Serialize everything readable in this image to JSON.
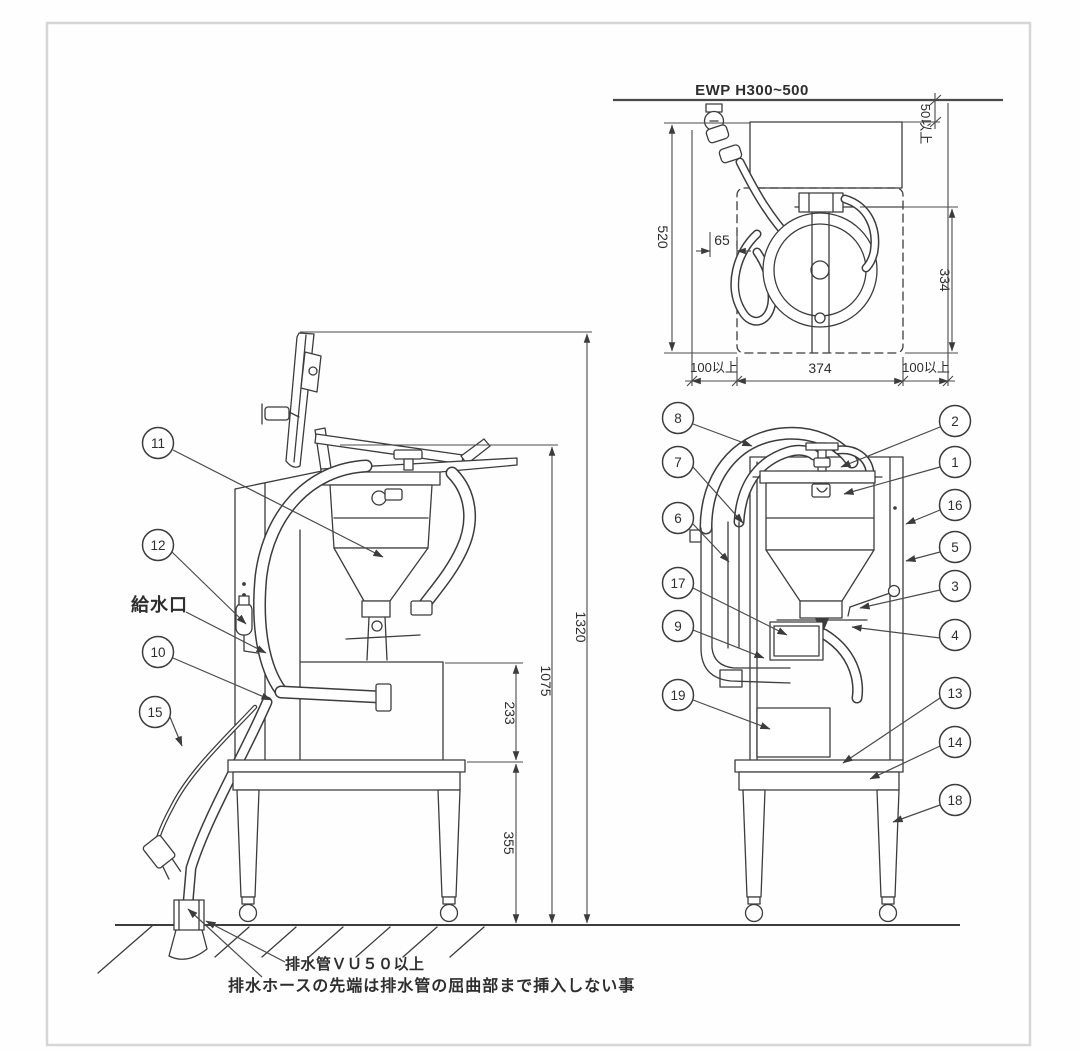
{
  "drawing": {
    "top_view": {
      "title": "EWP H300~500",
      "dim_depth": "520",
      "dim_width": "374",
      "dim_bowl": "334",
      "dim_faucet": "65",
      "clearance_left": "100以上",
      "clearance_right": "100以上",
      "clearance_back": "50以上"
    },
    "side_view": {
      "water_inlet_label": "給水口",
      "dim_overall_height": "1320",
      "dim_body_height": "1075",
      "dim_mid_height": "233",
      "dim_stand_height": "355"
    },
    "notes": {
      "drain_pipe": "排水管ＶＵ５０以上",
      "drain_hose": "排水ホースの先端は排水管の屈曲部まで挿入しない事"
    },
    "callouts": {
      "c1": "1",
      "c2": "2",
      "c3": "3",
      "c4": "4",
      "c5": "5",
      "c6": "6",
      "c7": "7",
      "c8": "8",
      "c9": "9",
      "c10": "10",
      "c11": "11",
      "c12": "12",
      "c13": "13",
      "c14": "14",
      "c15": "15",
      "c16": "16",
      "c17": "17",
      "c18": "18",
      "c19": "19"
    },
    "colors": {
      "line": "#3c3c3c",
      "border": "#d6d6d6"
    }
  }
}
